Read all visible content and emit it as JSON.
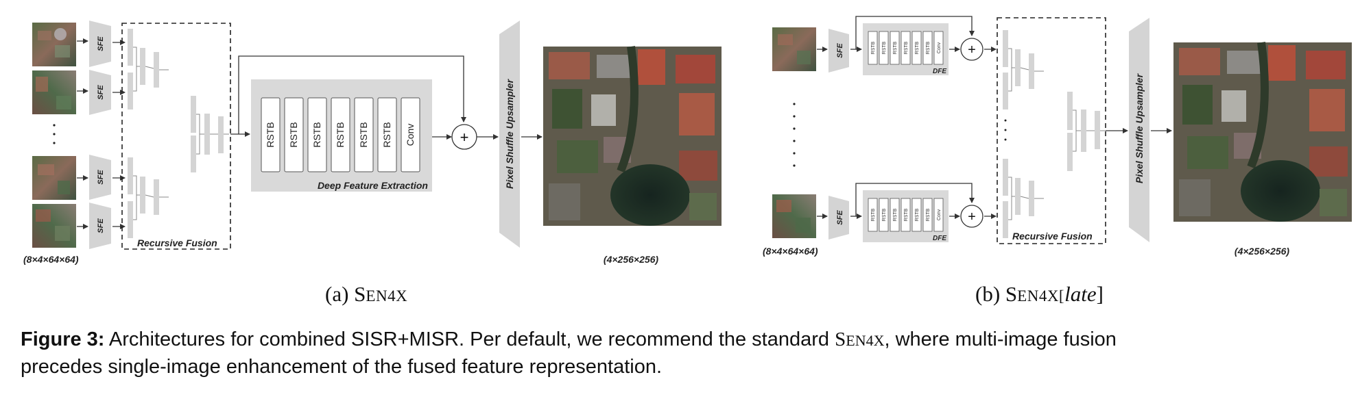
{
  "panel_a": {
    "sfe_label": "SFE",
    "recursive_fusion_label": "Recursive Fusion",
    "dfe_label": "Deep Feature Extraction",
    "blocks": [
      "RSTB",
      "RSTB",
      "RSTB",
      "RSTB",
      "RSTB",
      "RSTB",
      "Conv"
    ],
    "plus_symbol": "+",
    "upsampler_label": "Pixel Shuffle Upsampler",
    "input_dims": "(8×4×64×64)",
    "output_dims": "(4×256×256)",
    "caption_prefix": "(a) S",
    "caption_smallcaps": "EN",
    "caption_suffix": "4X"
  },
  "panel_b": {
    "sfe_label": "SFE",
    "dfe_label": "DFE",
    "blocks": [
      "RSTB",
      "RSTB",
      "RSTB",
      "RSTB",
      "RSTB",
      "RSTB",
      "Conv"
    ],
    "plus_symbol": "+",
    "recursive_fusion_label": "Recursive Fusion",
    "upsampler_label": "Pixel Shuffle Upsampler",
    "input_dims": "(8×4×64×64)",
    "output_dims": "(4×256×256)",
    "caption_prefix": "(b) S",
    "caption_smallcaps": "EN",
    "caption_suffix": "4X[",
    "caption_italic": "late",
    "caption_close": "]"
  },
  "figure_caption": {
    "label": "Figure 3:",
    "line1_text": " Architectures for combined SISR+MISR. Per default, we recommend the standard ",
    "name_s": "S",
    "name_en": "EN",
    "name_4x": "4X",
    "line1_end": ", where multi-image fusion",
    "line2": "precedes single-image enhancement of the fused feature representation."
  },
  "colors": {
    "gray_box": "#d9d9d9",
    "light_bar": "#d4d4d4",
    "line": "#333333",
    "text": "#111111"
  }
}
